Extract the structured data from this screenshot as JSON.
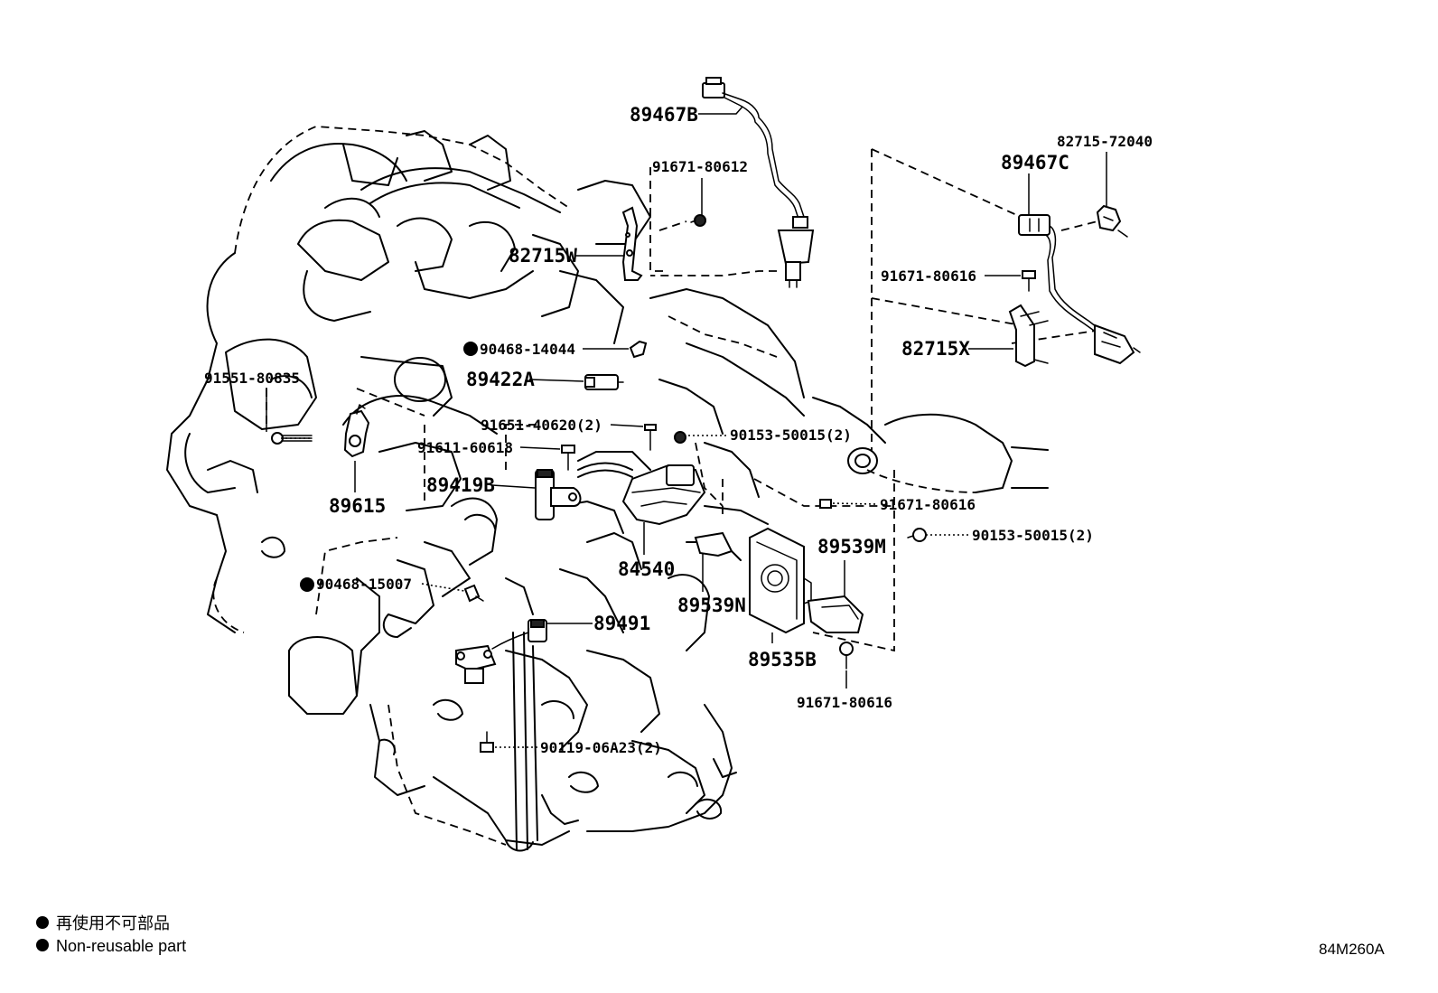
{
  "labels": {
    "p89467B": "89467B",
    "p91671_80612": "91671-80612",
    "p82715W": "82715W",
    "p82715_72040": "82715-72040",
    "p89467C": "89467C",
    "p91671_80616_a": "91671-80616",
    "p82715X": "82715X",
    "p90468_14044": "90468-14044",
    "p89422A": "89422A",
    "p91551_80835": "91551-80835",
    "p91651_40620": "91651-40620(2)",
    "p90153_50015_a": "90153-50015(2)",
    "p91611_60618": "91611-60618",
    "p89419B": "89419B",
    "p89615": "89615",
    "p91671_80616_b": "91671-80616",
    "p90153_50015_b": "90153-50015(2)",
    "p89539M": "89539M",
    "p84540": "84540",
    "p90468_15007": "90468-15007",
    "p89539N": "89539N",
    "p89491": "89491",
    "p89535B": "89535B",
    "p91671_80616_c": "91671-80616",
    "p90119_06A23": "90119-06A23(2)"
  },
  "legend": {
    "jp": "再使用不可部品",
    "en": "Non-reusable part"
  },
  "diagram_code": "84M260A"
}
